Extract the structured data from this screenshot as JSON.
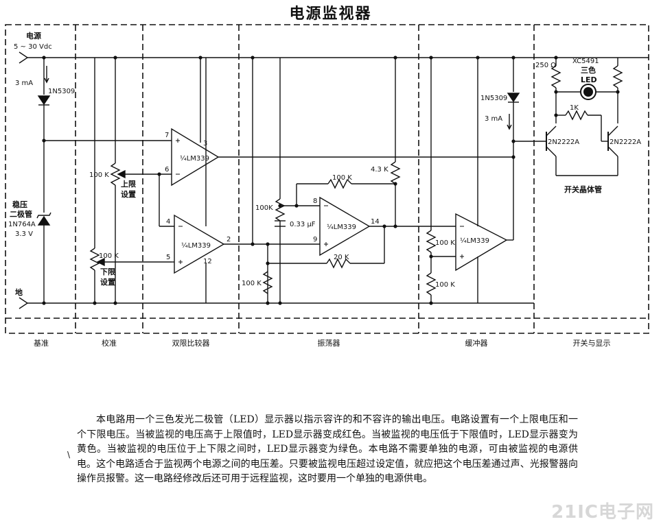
{
  "title": "电源监视器",
  "sections": [
    "基准",
    "校准",
    "双限比较器",
    "振荡器",
    "缓冲器",
    "开关与显示"
  ],
  "labels": {
    "power_in": "电源",
    "power_range": "5 ~ 30 Vdc",
    "current_in": "3 mA",
    "diode_in": "1N5309",
    "zener_name1": "稳压",
    "zener_name2": "二极管",
    "zener_part": "1N764A",
    "zener_volt": "3.3 V",
    "ground": "地",
    "pot_upper": "100 K",
    "upper_set1": "上限",
    "upper_set2": "设置",
    "pot_lower": "100 K",
    "lower_set1": "下限",
    "lower_set2": "设置",
    "opamp": "¼LM339",
    "r_100k_osc": "100K",
    "cap": "0.33 μF",
    "r_100k_fb": "100 K",
    "r_20k": "20 K",
    "r_100k_bias": "100 K",
    "r_4k3": "4.3 K",
    "r_buf_top": "100 K",
    "r_buf_bot": "100 K",
    "diode_buf": "1N5309",
    "current_buf": "3 mA",
    "r_250": "250 Ω",
    "led_part": "XC5491",
    "led_name1": "三色",
    "led_name2": "LED",
    "r_1k": "1K",
    "q1": "2N2222A",
    "q2": "2N2222A",
    "switch_label": "开关晶体管"
  },
  "pins": {
    "p7": "7",
    "p3": "3",
    "p6": "6",
    "p4": "4",
    "p5": "5",
    "p2": "2",
    "p12": "12",
    "p8": "8",
    "p9": "9",
    "p14": "14"
  },
  "description": "本电路用一个三色发光二极管（LED）显示器以指示容许的和不容许的输出电压。电路设置有一个上限电压和一个下限电压。当被监视的电压高于上限值时，LED显示器变成红色。当被监视的电压低于下限值时，LED显示器变为黄色。当被监视的电压位于上下限之间时，LED显示器变为绿色。本电路不需要单独的电源，可由被监视的电源供电。这个电路适合于监视两个电源之间的电压差。只要被监视电压超过设定值，就应把这个电压差通过声、光报警器向操作员报警。这一电路经修改后还可用于远程监视，这时要用一个单独的电源供电。",
  "stray_mark": "\\",
  "watermark": "21IC电子网"
}
